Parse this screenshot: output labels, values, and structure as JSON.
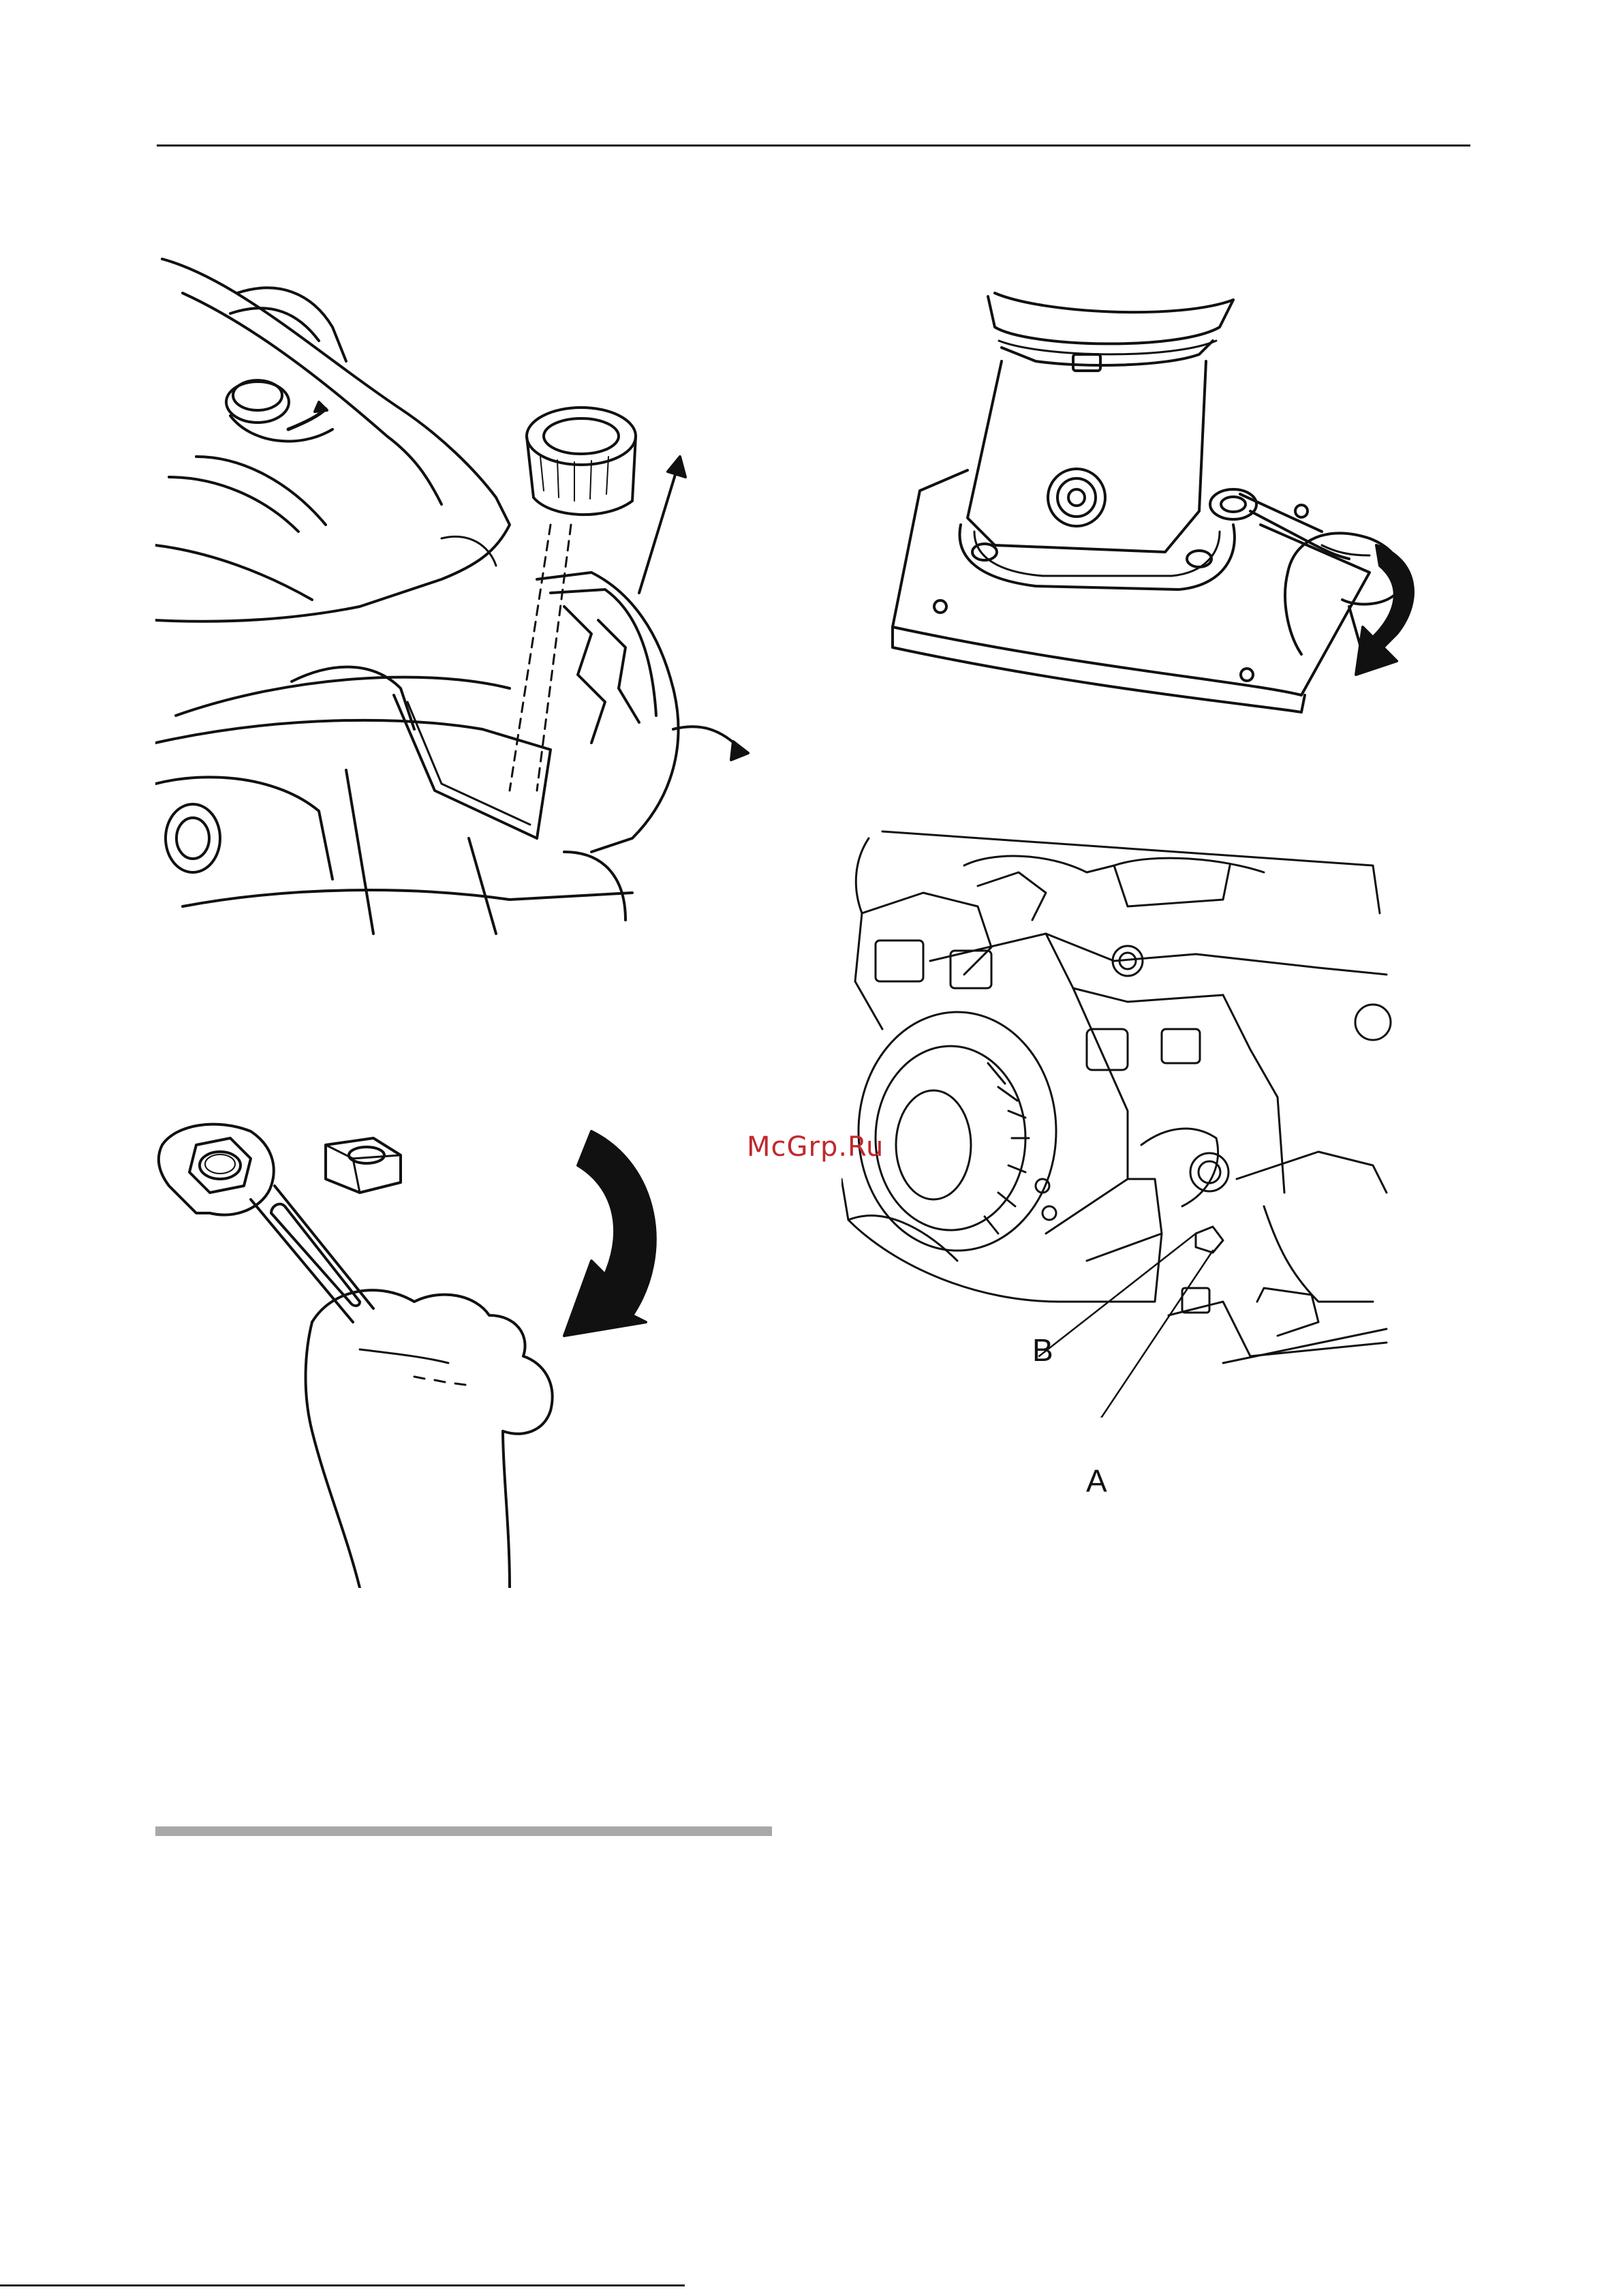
{
  "watermark": "McGrp.Ru",
  "callouts": {
    "a": "A",
    "b": "B"
  }
}
